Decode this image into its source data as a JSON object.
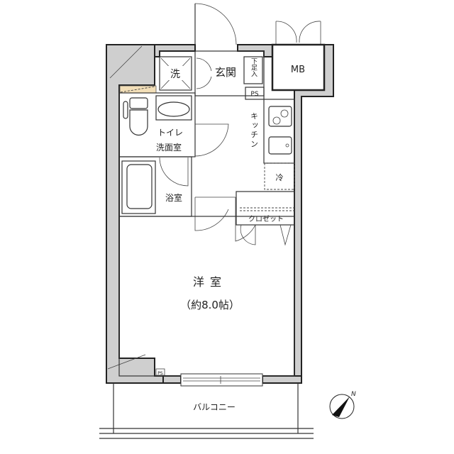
{
  "rooms": {
    "entrance": "玄関",
    "washer": "洗",
    "shoe_storage": "下足入",
    "pipe_space": "PS",
    "meter_box": "MB",
    "kitchen": "キッチン",
    "fridge": "冷",
    "closet": "クロゼット",
    "toilet_line1": "トイレ",
    "toilet_line2": "洗面室",
    "bath": "浴室",
    "western_room": "洋室",
    "western_room_size": "（約8.0帖）",
    "balcony": "バルコニー",
    "small_ps": "PS"
  },
  "compass": {
    "north_label": "N"
  },
  "colors": {
    "wall": "#cfcfcf",
    "line": "#222222",
    "shelf": "#f3dfb8"
  }
}
